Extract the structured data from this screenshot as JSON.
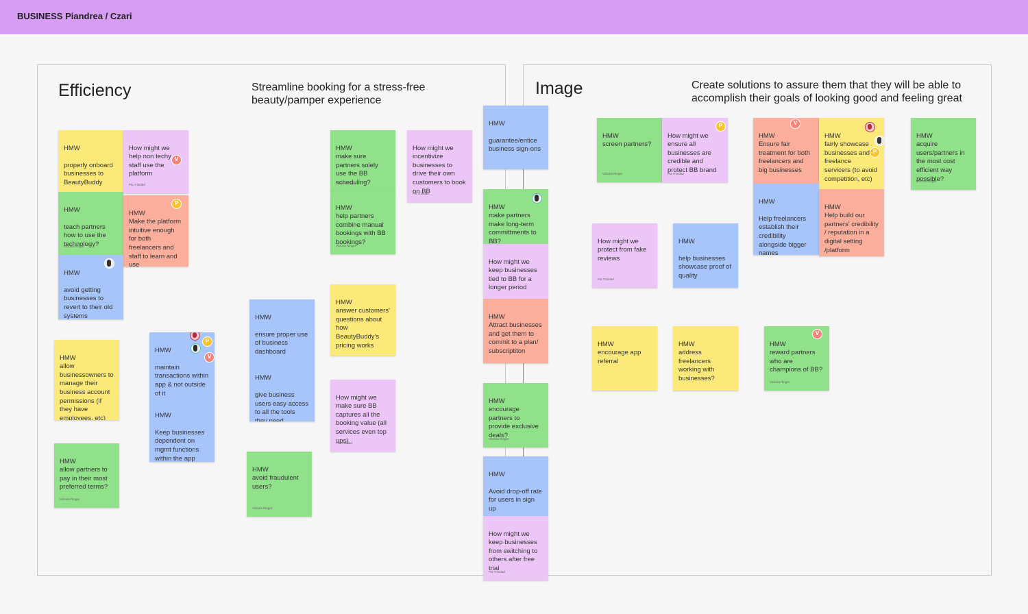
{
  "board": {
    "title": "BUSINESS Piandrea / Czari"
  },
  "frames": {
    "efficiency": {
      "title": "Efficiency",
      "subtitle": "Streamline booking for a stress-free\nbeauty/pamper experience"
    },
    "image": {
      "title": "Image",
      "subtitle": "Create solutions to assure them that they will be able to\naccomplish their goals of looking good and feeling great"
    }
  },
  "notes": {
    "n1": {
      "text": "HMW\n\nproperly onboard businesses to BeautyBuddy",
      "color": "yellow"
    },
    "n2": {
      "text": "How might we help non techy staff use the platform",
      "author": "Pia Trinidad",
      "color": "pink"
    },
    "n3": {
      "text": "HMW\n\nteach partners how to use the technology?",
      "author": "Victoria Ringer",
      "color": "green"
    },
    "n4": {
      "text": "HMW\nMake the platform intuitive enough for both freelancers and staff to learn and use",
      "color": "salmon"
    },
    "n5": {
      "text": "HMW\n\navoid getting businesses to revert to their old systems",
      "color": "blue"
    },
    "n6": {
      "text": "HMW\nallow businessowners to manage their business account permissions (if they have employees, etc)",
      "color": "yellow"
    },
    "n7": {
      "text": "HMW\n\nmaintain transactions within app & not outside of it",
      "color": "blue"
    },
    "n8": {
      "text": "HMW\n\nKeep businesses dependent on mgmt functions within the app",
      "color": "blue"
    },
    "n9": {
      "text": "HMW\nallow partners to pay in their most preferred terms?",
      "author": "Victoria Ringer",
      "color": "green"
    },
    "n10": {
      "text": "HMW\n\nensure proper use of business dashboard\n\n\nHMW\n\ngive business users easy access to all the tools they need",
      "color": "blue"
    },
    "n11": {
      "text": "HMW\navoid fraudulent users?",
      "author": "Victoria Ringer",
      "color": "green"
    },
    "n12": {
      "text": "HMW\nmake sure partners solely use the BB scheduling?",
      "author": "Victoria Ringer",
      "color": "green"
    },
    "n13": {
      "text": "HMW\nhelp partners combine manual bookings with BB bookings?",
      "author": "Victoria Ringer",
      "color": "green"
    },
    "n14": {
      "text": "How might we incentivize businesses to drive their own customers to book on BB",
      "author": "Pia Trinidad",
      "color": "pink"
    },
    "n15": {
      "text": "HMW\nanswer customers' questions about how BeautyBuddy's pricing works",
      "color": "yellow"
    },
    "n16": {
      "text": "How might we make sure BB captures all the booking value (all services even top ups)",
      "author": "Pia Trinidad",
      "color": "pink"
    },
    "n17": {
      "text": "HMW\n\nguarantee/entice business sign-ons",
      "color": "blue"
    },
    "n18": {
      "text": "HMW\nmake partners make long-term committments to BB?",
      "color": "green"
    },
    "n19": {
      "text": "How might we keep businesses tied to BB for a longer period",
      "color": "pink"
    },
    "n20": {
      "text": "HMW\nAttract businesses and get them to commit to a plan/ subscriptiton",
      "color": "salmon"
    },
    "n21": {
      "text": "HMW\nencourage partners to provide exclusive deals?",
      "author": "Victoria Ringer",
      "color": "green"
    },
    "n22": {
      "text": "HMW\n\nAvoid drop-off rate for users in sign up",
      "color": "blue"
    },
    "n23": {
      "text": "How might we keep businesses from switching to others after free trial",
      "author": "Pia Trinidad",
      "color": "pink"
    },
    "n24": {
      "text": "HMW\nscreen partners?",
      "author": "Victoria Ringer",
      "color": "green"
    },
    "n25": {
      "text": "How might we ensure all businesses are credible and protect BB brand",
      "author": "Pia Trinidad",
      "color": "pink"
    },
    "n26": {
      "text": "HMW\nEnsure fair treatment for both freelancers and big businesses",
      "color": "salmon"
    },
    "n27": {
      "text": "HMW\nfairly showcase businesses and freelance servicers (to avoid competition, etc)",
      "color": "yellow"
    },
    "n28": {
      "text": "HMW\n\nHelp freelancers establish their credibility alongside bigger names",
      "color": "blue"
    },
    "n29": {
      "text": "HMW\nHelp build our partners' credibility / reputation in a digital setting /platform",
      "color": "salmon"
    },
    "n30": {
      "text": "HMW\nacquire users/partners in the most cost efficient way possible?",
      "author": "Victoria Ringer",
      "color": "green"
    },
    "n31": {
      "text": "How might we protect from fake reviews",
      "author": "Pia Trinidad",
      "color": "pink"
    },
    "n32": {
      "text": "HMW\n\nhelp businesses showcase proof of quality",
      "color": "blue"
    },
    "n33": {
      "text": "HMW\nencourage app referral",
      "color": "yellow"
    },
    "n34": {
      "text": "HMW\naddress freelancers working with businesses?",
      "color": "yellow"
    },
    "n35": {
      "text": "HMW\nreward partners who are champions of BB?",
      "author": "Victoria Ringer",
      "color": "green"
    }
  },
  "avatars": {
    "v": "V",
    "p": "P"
  }
}
